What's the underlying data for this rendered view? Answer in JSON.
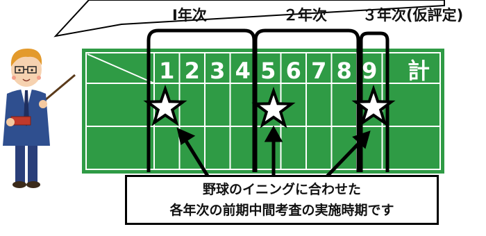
{
  "year_labels": {
    "year1": "Ⅰ年次",
    "year2": "２年次",
    "year3": "３年次(仮評定)"
  },
  "scoreboard": {
    "innings": [
      "1",
      "2",
      "3",
      "4",
      "5",
      "6",
      "7",
      "8",
      "9"
    ],
    "total_label": "計",
    "board_color": "#2f9b45",
    "line_color": "#ffffff"
  },
  "caption": {
    "line1": "野球のイニングに合わせた",
    "line2": "各年次の前期中間考査の実施時期です"
  }
}
